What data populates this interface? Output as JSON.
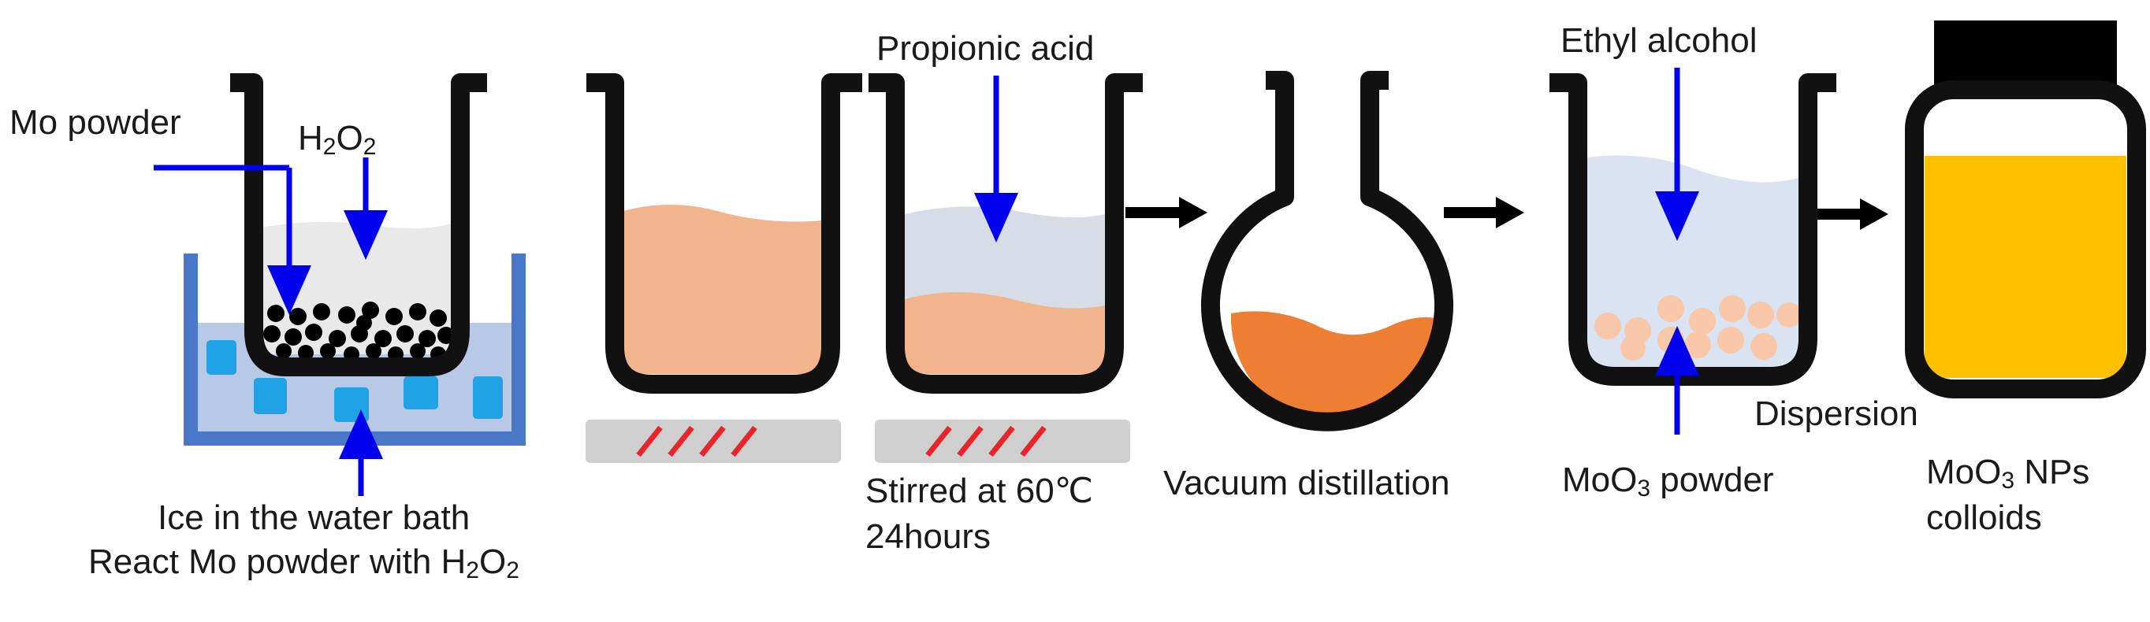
{
  "colors": {
    "outline": "#111111",
    "arrow_blue": "#0000ee",
    "process_arrow": "#000000",
    "ice_blue": "#1fa3e6",
    "bath_blue": "#4a78c8",
    "bath_water": "#b8c9e8",
    "solution_peach": "#f2b48c",
    "light_gray_layer": "#d7dde6",
    "ethanol_blue": "#d9e3f2",
    "distilled_orange": "#ee7f32",
    "hot_plate": "#cfcfcf",
    "heat_lines": "#e8252a",
    "particle_peach": "#f8c8a8",
    "colloid_yellow": "#ffc000",
    "mo_black": "#000000",
    "h2o2_gray": "#e9e9e9"
  },
  "labels": {
    "mo_powder": "Mo powder",
    "h2o2_base": "H",
    "h2o2_sub1": "2",
    "h2o2_mid": "O",
    "h2o2_sub2": "2",
    "ice_bath": "Ice in the water  bath",
    "react_prefix": "React Mo powder with H",
    "react_sub1": "2",
    "react_mid": "O",
    "react_sub2": "2",
    "propionic_acid": "Propionic acid",
    "stirred_line1": "Stirred at 60℃",
    "stirred_line2": "24hours",
    "vacuum_distillation": "Vacuum distillation",
    "ethyl_alcohol": "Ethyl alcohol",
    "moo3_powder_prefix": "MoO",
    "moo3_powder_sub": "3",
    "moo3_powder_suffix": " powder",
    "dispersion": "Dispersion",
    "colloid_prefix": "MoO",
    "colloid_sub": "3",
    "colloid_suffix": " NPs",
    "colloid_line2": "colloids"
  }
}
